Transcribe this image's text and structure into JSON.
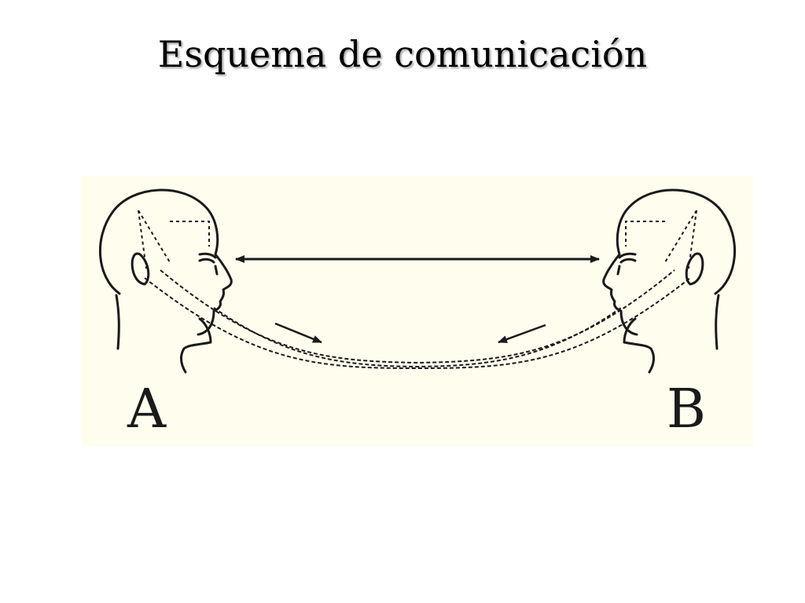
{
  "slide": {
    "title": "Esquema de comunicación"
  },
  "figure": {
    "background_color": "#fffdee",
    "ink_color": "#1a1a1a",
    "person_a": {
      "label": "A"
    },
    "person_b": {
      "label": "B"
    }
  }
}
